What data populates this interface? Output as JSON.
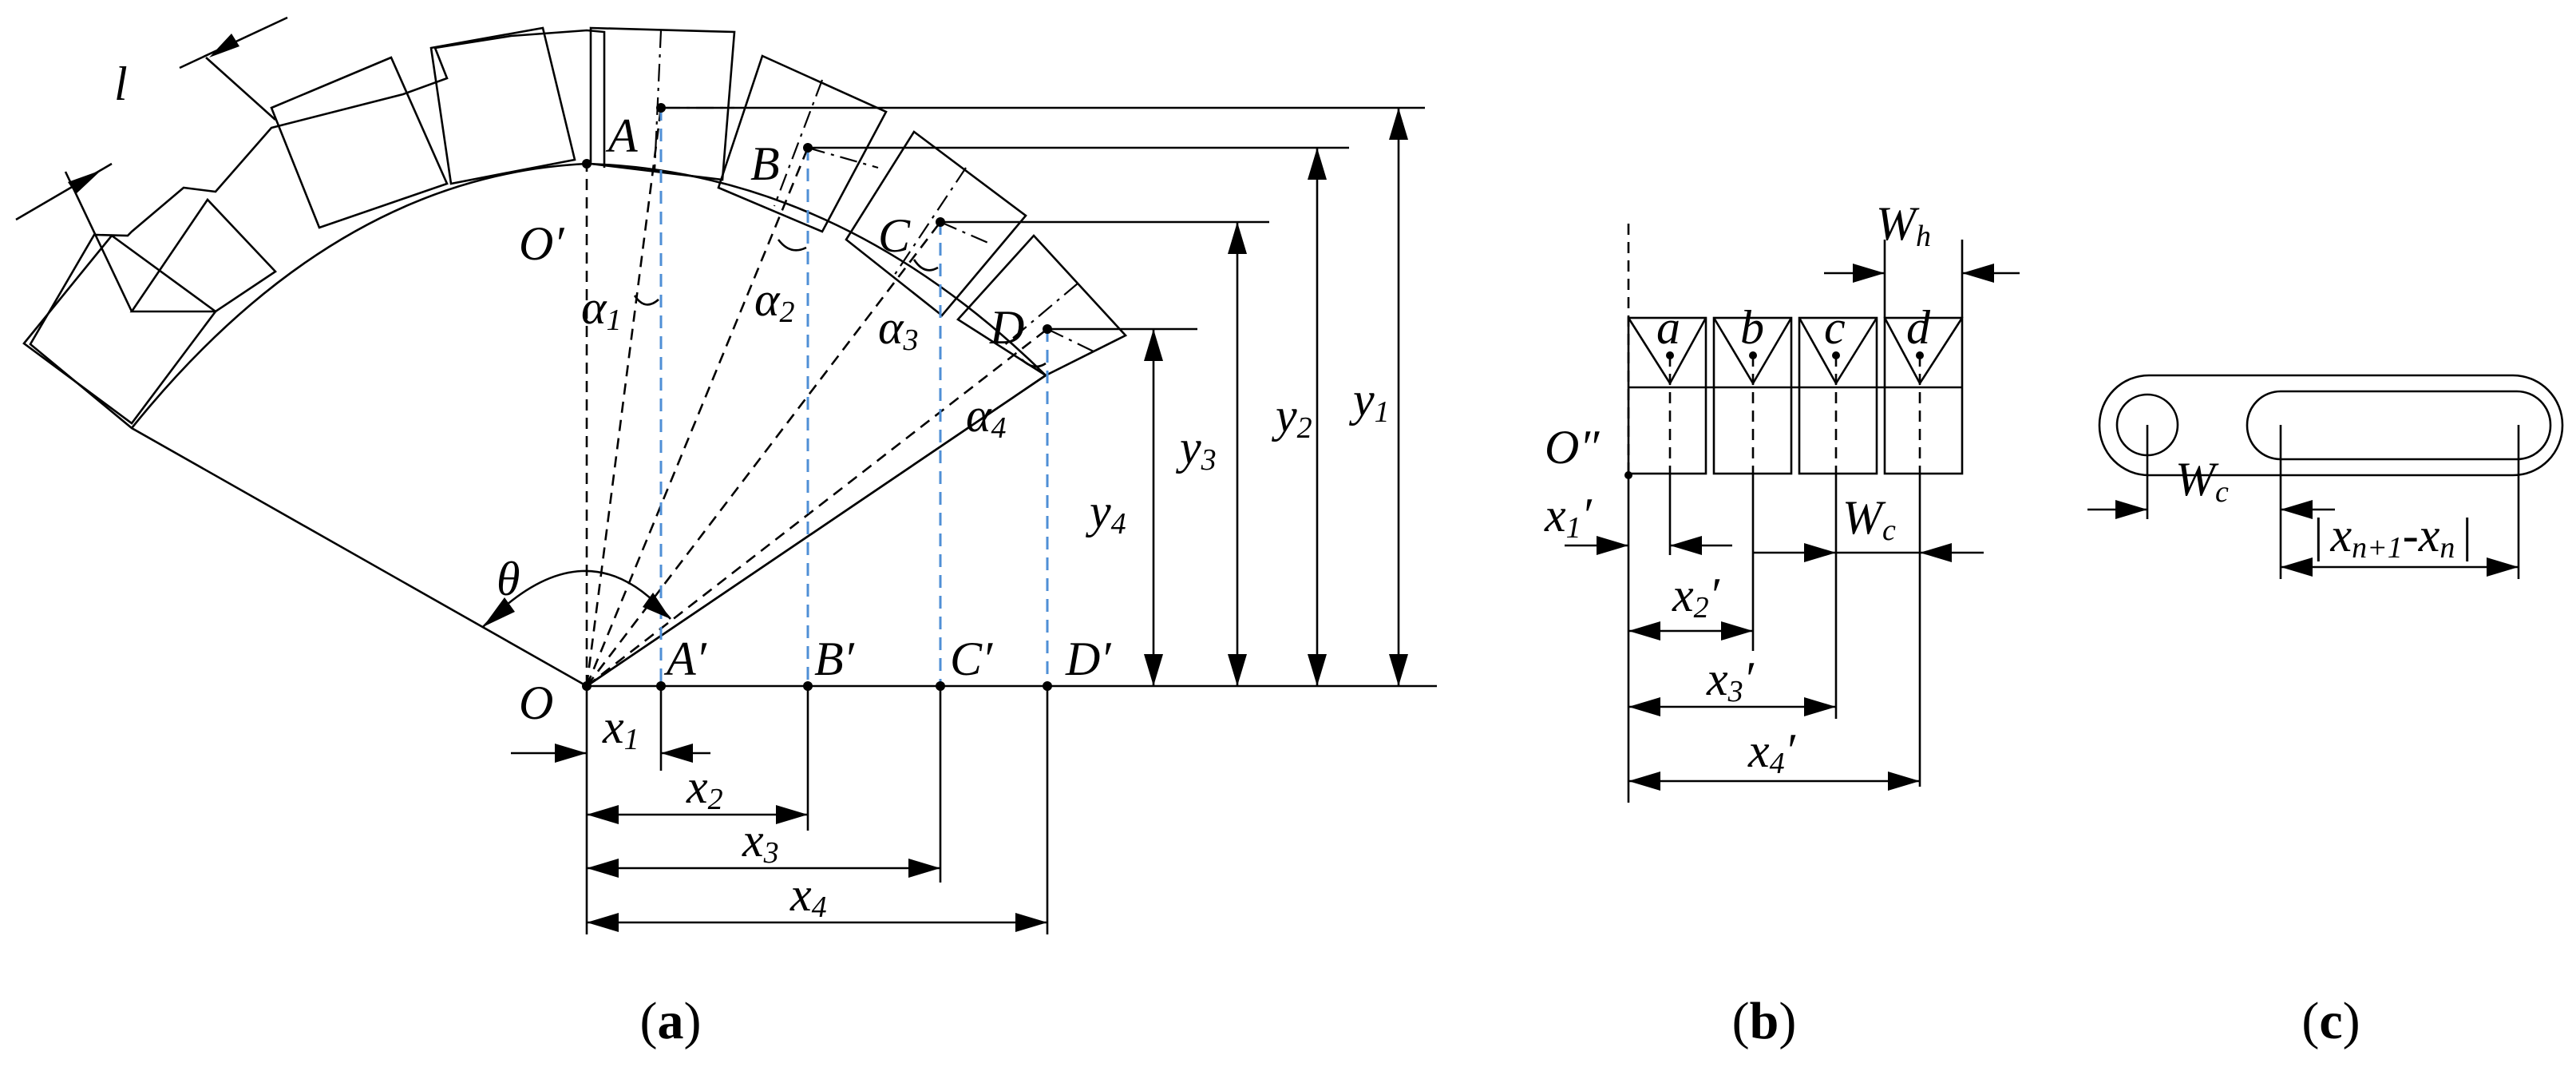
{
  "figure": {
    "panel_a": {
      "caption_open": "(",
      "caption_letter": "a",
      "caption_close": ")",
      "labels": {
        "l": "l",
        "O_prime": "O′",
        "O": "O",
        "theta": "θ",
        "A": "A",
        "B": "B",
        "C": "C",
        "D": "D",
        "A_prime": "A′",
        "B_prime": "B′",
        "C_prime": "C′",
        "D_prime": "D′",
        "alpha": "α",
        "alpha_subs": [
          "1",
          "2",
          "3",
          "4"
        ],
        "x": "x",
        "x_subs": [
          "1",
          "2",
          "3",
          "4"
        ],
        "y": "y",
        "y_subs": [
          "1",
          "2",
          "3",
          "4"
        ]
      }
    },
    "panel_b": {
      "caption_open": "(",
      "caption_letter": "b",
      "caption_close": ")",
      "labels": {
        "W": "W",
        "h_sub": "h",
        "c_sub": "c",
        "O_double_prime": "O″",
        "points": [
          "a",
          "b",
          "c",
          "d"
        ],
        "x": "x",
        "x_subs": [
          "1",
          "2",
          "3",
          "4"
        ],
        "prime": "′"
      }
    },
    "panel_c": {
      "caption_open": "(",
      "caption_letter": "c",
      "caption_close": ")",
      "labels": {
        "W": "W",
        "c_sub": "c",
        "x": "x",
        "sub_n_plus_1": "n+1",
        "sub_n": "n",
        "bar": "|",
        "minus": "-"
      }
    }
  }
}
